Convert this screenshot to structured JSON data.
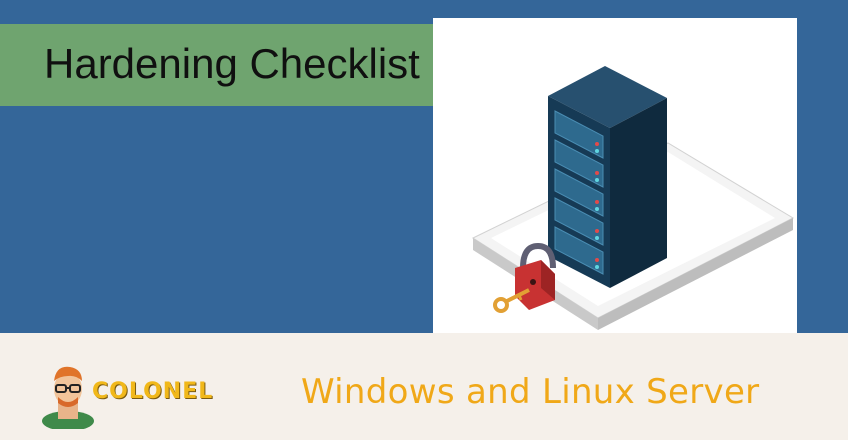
{
  "header": {
    "title": "Hardening Checklist"
  },
  "illustration": {
    "icon": "server-rack-with-padlock-icon"
  },
  "footer": {
    "brand": "COLONEL",
    "subtitle": "Windows and Linux Server"
  },
  "colors": {
    "background_blue": "#346699",
    "title_banner_green": "#6fa46f",
    "footer_cream": "#f5f0ea",
    "accent_orange": "#f0a818",
    "server_navy": "#13324a",
    "padlock_red": "#d23a3a"
  }
}
